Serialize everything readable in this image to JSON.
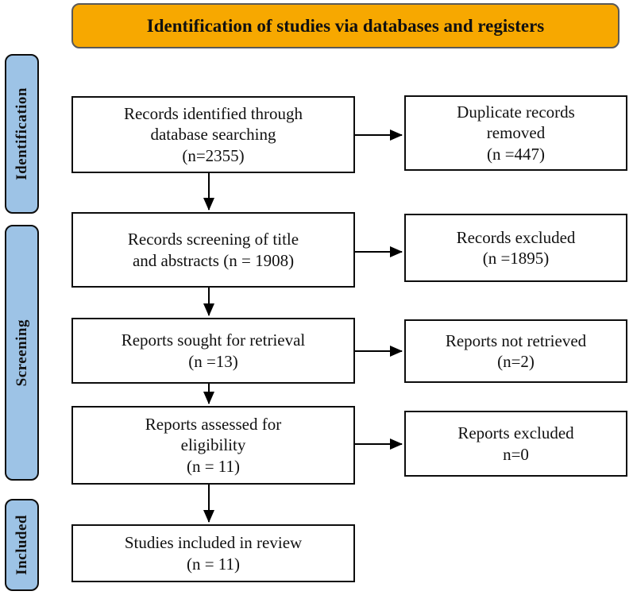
{
  "title": "Identification of studies via databases and registers",
  "stages": {
    "identification": "Identification",
    "screening": "Screening",
    "included": "Included"
  },
  "boxes": {
    "records_identified": "Records identified through\ndatabase searching\n(n=2355)",
    "duplicates_removed": "Duplicate records\nremoved\n(n =447)",
    "records_screening": "Records screening of title\nand abstracts (n = 1908)",
    "records_excluded": "Records excluded\n(n =1895)",
    "reports_sought": "Reports sought for retrieval\n(n =13)",
    "reports_not_retrieved": "Reports not retrieved\n(n=2)",
    "reports_assessed": "Reports assessed for\neligibility\n(n = 11)",
    "reports_excluded": "Reports excluded\nn=0",
    "studies_included": "Studies included in review\n(n = 11)"
  },
  "counts": {
    "identified": 2355,
    "duplicates_removed": 447,
    "screened": 1908,
    "excluded_screening": 1895,
    "sought_retrieval": 13,
    "not_retrieved": 2,
    "assessed_eligibility": 11,
    "excluded_reports": 0,
    "included_review": 11
  },
  "colors": {
    "banner": "#F7A800",
    "banner_border": "#595959",
    "stage_fill": "#9DC3E6",
    "stage_border": "#0d0d0d",
    "box_border": "#0d0d0d",
    "arrow": "#000000"
  }
}
